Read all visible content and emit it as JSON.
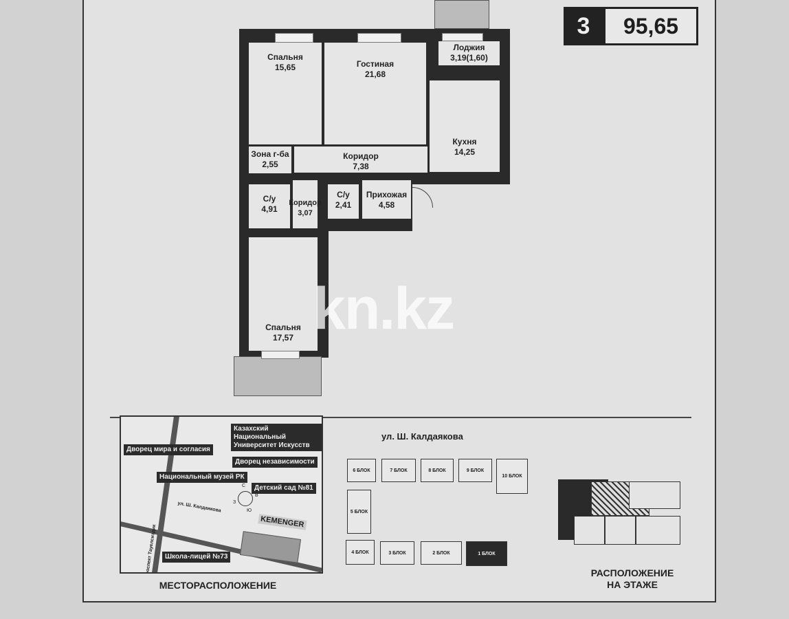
{
  "header": {
    "rooms_count": "3",
    "total_area": "95,65"
  },
  "rooms": [
    {
      "name": "Спальня",
      "area": "15,65"
    },
    {
      "name": "Гостиная",
      "area": "21,68"
    },
    {
      "name": "Лоджия",
      "area": "3,19(1,60)"
    },
    {
      "name": "Кухня",
      "area": "14,25"
    },
    {
      "name": "Зона г-ба",
      "area": "2,55"
    },
    {
      "name": "Коридор",
      "area": "7,38"
    },
    {
      "name": "С/у",
      "area": "4,91"
    },
    {
      "name": "Коридор",
      "area": "3,07"
    },
    {
      "name": "С/у",
      "area": "2,41"
    },
    {
      "name": "Прихожая",
      "area": "4,58"
    },
    {
      "name": "Спальня",
      "area": "17,57"
    }
  ],
  "watermark": "kn.kz",
  "map": {
    "landmarks": [
      "Казахский Национальный Университет Искусств",
      "Дворец мира и согласия",
      "Дворец независимости",
      "Национальный музей РК",
      "Детский сад №81",
      "Школа-лицей №73"
    ],
    "complex": "KEMENGER",
    "streets": [
      "ул. Ш. Калдаякова",
      "проспект Тауелсиздик"
    ],
    "compass": {
      "n": "С",
      "e": "В",
      "w": "З",
      "s": "Ю"
    },
    "caption": "МЕСТОРАСПОЛОЖЕНИЕ"
  },
  "site": {
    "street": "ул. Ш. Калдаякова",
    "blocks": [
      "1 БЛОК",
      "2 БЛОК",
      "3 БЛОК",
      "4 БЛОК",
      "5 БЛОК",
      "6 БЛОК",
      "7 БЛОК",
      "8 БЛОК",
      "9 БЛОК",
      "10 БЛОК"
    ],
    "current_block": "1 БЛОК"
  },
  "floor": {
    "caption_line1": "РАСПОЛОЖЕНИЕ",
    "caption_line2": "НА ЭТАЖЕ"
  }
}
